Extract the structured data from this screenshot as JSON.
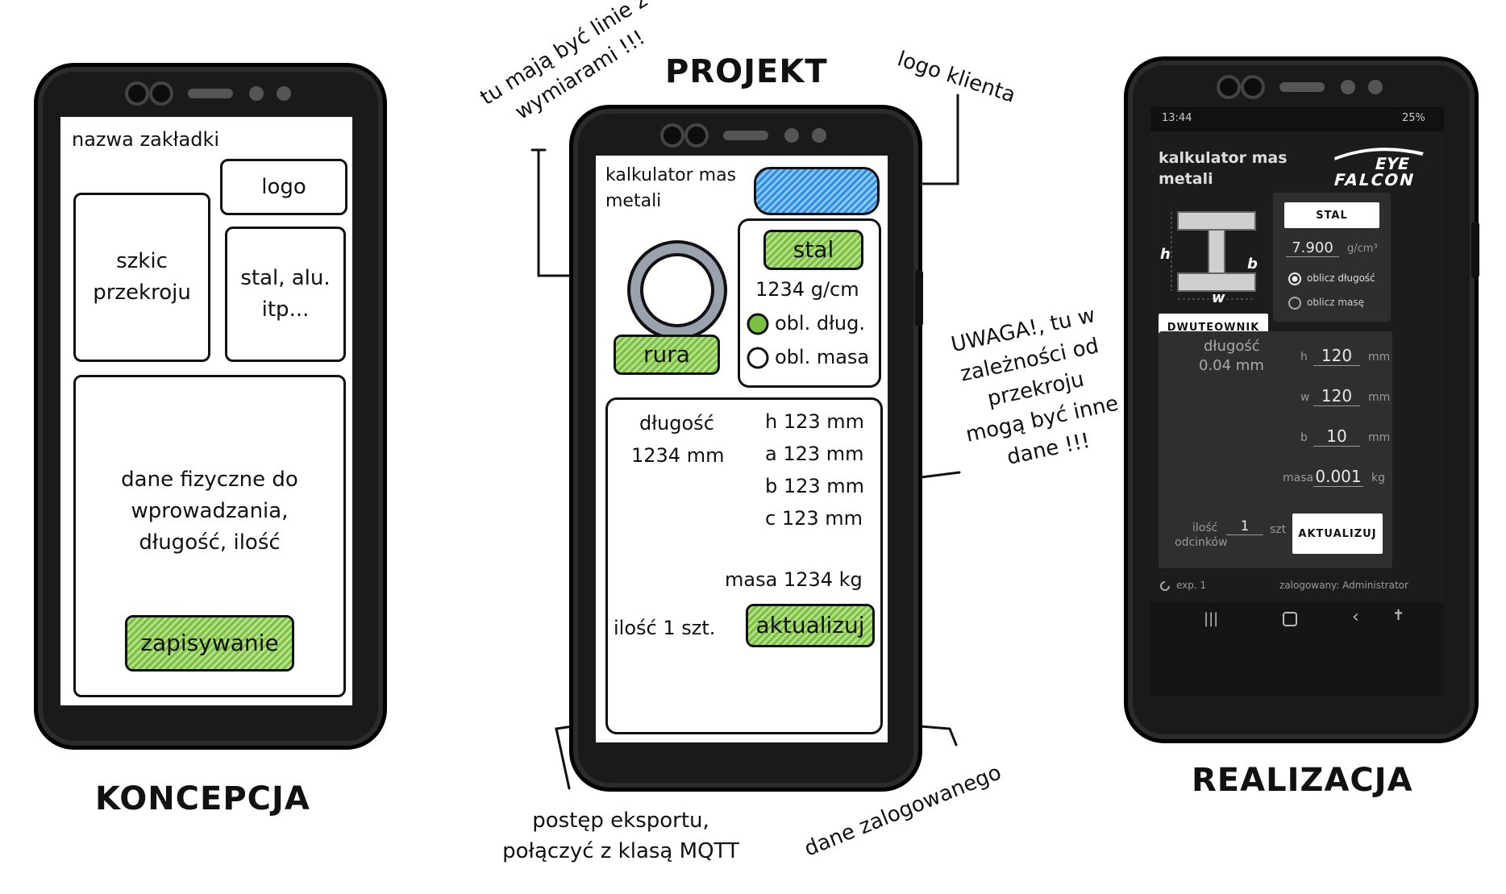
{
  "titles": {
    "left": "KONCEPCJA",
    "center": "PROJEKT",
    "right": "REALIZACJA"
  },
  "annotations": {
    "dimension_lines": [
      "tu mają być linie z",
      "wymiarami !!!"
    ],
    "client_logo": "logo klienta",
    "warning": [
      "UWAGA!, tu w",
      "zależności od",
      "przekroju",
      "mogą być inne",
      "dane !!!"
    ],
    "export_progress": [
      "postęp eksportu,",
      "połączyć z klasą MQTT"
    ],
    "logged_user": "dane zalogowanego"
  },
  "concept": {
    "tab_name": "nazwa zakładki",
    "logo": "logo",
    "section_sketch": [
      "szkic",
      "przekroju"
    ],
    "materials": [
      "stal, alu.",
      "itp..."
    ],
    "physical_data": [
      "dane fizyczne do",
      "wprowadzania,",
      "długość, ilość"
    ],
    "save_button": "zapisywanie"
  },
  "project": {
    "title": [
      "kalkulator mas",
      "metali"
    ],
    "steel_button": "stal",
    "density": "1234 g/cm",
    "option_length": "obl. dług.",
    "option_mass": "obl. masa",
    "pipe_button": "rura",
    "length_label": "długość",
    "length_value": "1234 mm",
    "dims": [
      "h 123 mm",
      "a 123 mm",
      "b 123 mm",
      "c 123 mm"
    ],
    "mass": "masa 1234 kg",
    "quantity": "ilość 1 szt.",
    "update_button": "aktualizuj"
  },
  "realization": {
    "status_time": "13:44",
    "status_right": "25%",
    "app_title": [
      "kalkulator mas",
      "metali"
    ],
    "logo_text": [
      "EYE",
      "FALCON"
    ],
    "section_labels": {
      "h": "h",
      "b": "b",
      "w": "w"
    },
    "section_button": "DWUTEOWNIK",
    "material_button": "STAL",
    "density_value": "7.900",
    "density_unit": "g/cm³",
    "radio_length": "oblicz długość",
    "radio_mass": "oblicz masę",
    "length_label": "długość",
    "length_value": "0.04 mm",
    "fields": [
      {
        "label": "h",
        "value": "120",
        "unit": "mm"
      },
      {
        "label": "w",
        "value": "120",
        "unit": "mm"
      },
      {
        "label": "b",
        "value": "10",
        "unit": "mm"
      },
      {
        "label": "masa",
        "value": "0.001",
        "unit": "kg"
      }
    ],
    "segments_label": [
      "ilość",
      "odcinków"
    ],
    "segments_value": "1",
    "segments_unit": "szt",
    "update_button": "AKTUALIZUJ",
    "export_label": "exp. 1",
    "logged_in": "zalogowany: Administrator"
  },
  "colors": {
    "hatch_green": "#7cc043",
    "hatch_blue": "#2f8fe0",
    "dark_bg": "#1c1c1c"
  }
}
